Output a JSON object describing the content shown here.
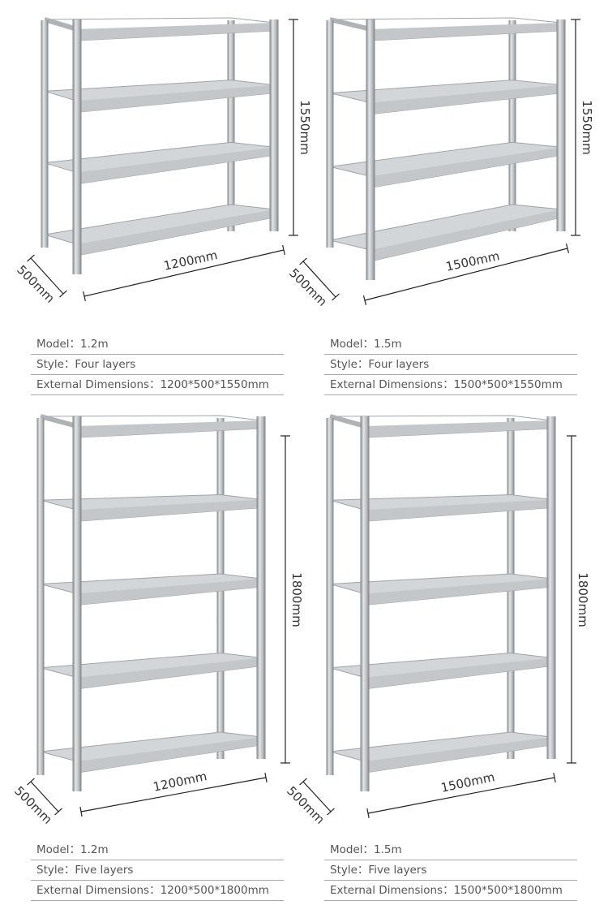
{
  "colors": {
    "steel_light": "#e4e6e8",
    "steel_mid": "#b9bcbf",
    "steel_dark": "#7d8185",
    "text": "#555555",
    "rule": "#aaaaaa"
  },
  "products": [
    {
      "layers": 4,
      "height_label": "1550mm",
      "width_label": "1200mm",
      "depth_label": "500mm",
      "specs": [
        {
          "label": "Model",
          "value": "1.2m"
        },
        {
          "label": "Style",
          "value": "Four layers"
        },
        {
          "label": "External Dimensions",
          "value": "1200*500*1550mm"
        }
      ]
    },
    {
      "layers": 4,
      "height_label": "1550mm",
      "width_label": "1500mm",
      "depth_label": "500mm",
      "specs": [
        {
          "label": "Model",
          "value": "1.5m"
        },
        {
          "label": "Style",
          "value": "Four layers"
        },
        {
          "label": "External Dimensions",
          "value": "1500*500*1550mm"
        }
      ]
    },
    {
      "layers": 5,
      "height_label": "1800mm",
      "width_label": "1200mm",
      "depth_label": "500mm",
      "specs": [
        {
          "label": "Model",
          "value": "1.2m"
        },
        {
          "label": "Style",
          "value": "Five layers"
        },
        {
          "label": "External Dimensions",
          "value": "1200*500*1800mm"
        }
      ]
    },
    {
      "layers": 5,
      "height_label": "1800mm",
      "width_label": "1500mm",
      "depth_label": "500mm",
      "specs": [
        {
          "label": "Model",
          "value": "1.5m"
        },
        {
          "label": "Style",
          "value": "Five layers"
        },
        {
          "label": "External Dimensions",
          "value": "1500*500*1800mm"
        }
      ]
    }
  ]
}
